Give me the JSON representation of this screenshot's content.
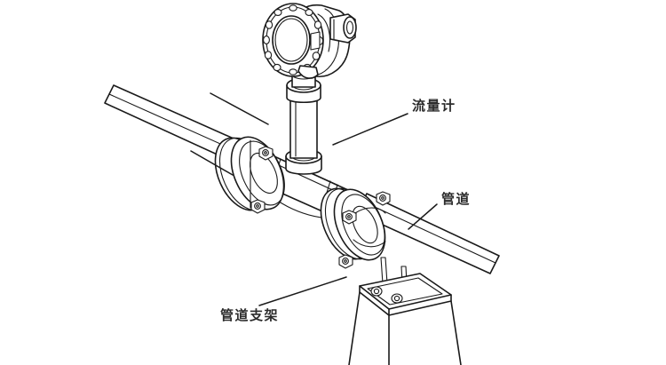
{
  "figure": {
    "type": "technical-line-drawing",
    "subject": "flow-meter-installation-on-flanged-pipeline",
    "background_color": "#ffffff",
    "line_color": "#1a1a1a",
    "text_color": "#2b2b2b"
  },
  "labels": {
    "flowmeter": "流量计",
    "pipeline": "管道",
    "support": "管道支架"
  },
  "parts": {
    "transmitter_head": "transmitter-head",
    "display_window": "display-window",
    "conduit_port": "conduit-port",
    "neck_riser": "neck-riser",
    "meter_body": "meter-body",
    "left_flange": "left-flange",
    "right_flange": "right-flange",
    "left_pipe": "left-pipe",
    "right_pipe": "right-pipe",
    "support_plate": "support-plate",
    "support_pedestal": "support-pedestal",
    "anchor_bolts": "anchor-bolts",
    "u_bolt_rods": "u-bolt-rods"
  }
}
